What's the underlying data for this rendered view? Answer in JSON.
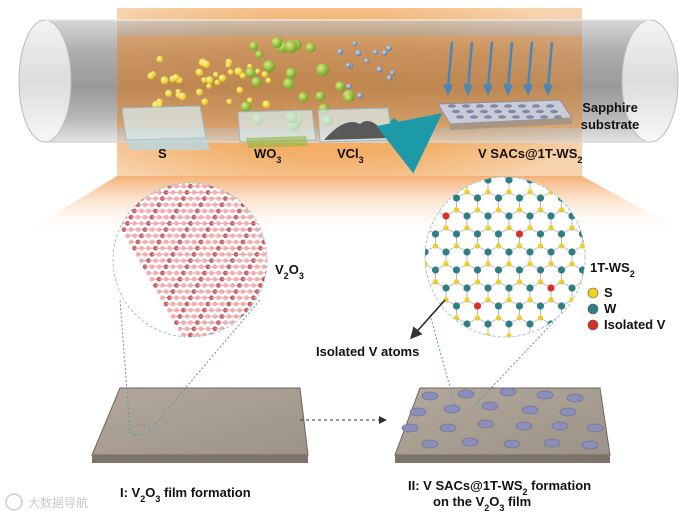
{
  "top": {
    "boats": [
      {
        "label": "S",
        "sub": "",
        "color": "#e9d42d"
      },
      {
        "label": "WO",
        "sub": "3",
        "color": "#8fb83a"
      },
      {
        "label": "VCl",
        "sub": "3",
        "color": "#6f86a3"
      }
    ],
    "product": {
      "pre": "V SACs@1T-WS",
      "sub": "2"
    },
    "substrate_line1": "Sapphire",
    "substrate_line2": "substrate"
  },
  "bottom": {
    "left_zoom": {
      "pre": "V",
      "sub1": "2",
      "mid": "O",
      "sub2": "3"
    },
    "right_zoom": {
      "pre": "1T-WS",
      "sub": "2"
    },
    "legend": [
      {
        "label": "S",
        "color": "#f2d21a"
      },
      {
        "label": "W",
        "color": "#2f7f82"
      },
      {
        "label": "Isolated V",
        "color": "#d8312a"
      }
    ],
    "isolated_v_callout": "Isolated V atoms",
    "caption_left": {
      "pre": "I: V",
      "sub1": "2",
      "mid": "O",
      "sub2": "3",
      "post": " film formation"
    },
    "caption_right_line1": {
      "pre": "II: V SACs@1T-WS",
      "sub": "2",
      "post": " formation"
    },
    "caption_right_line2": {
      "pre": "on the V",
      "sub1": "2",
      "mid": "O",
      "sub2": "3",
      "post": " film"
    }
  },
  "watermark": "大数据导航"
}
